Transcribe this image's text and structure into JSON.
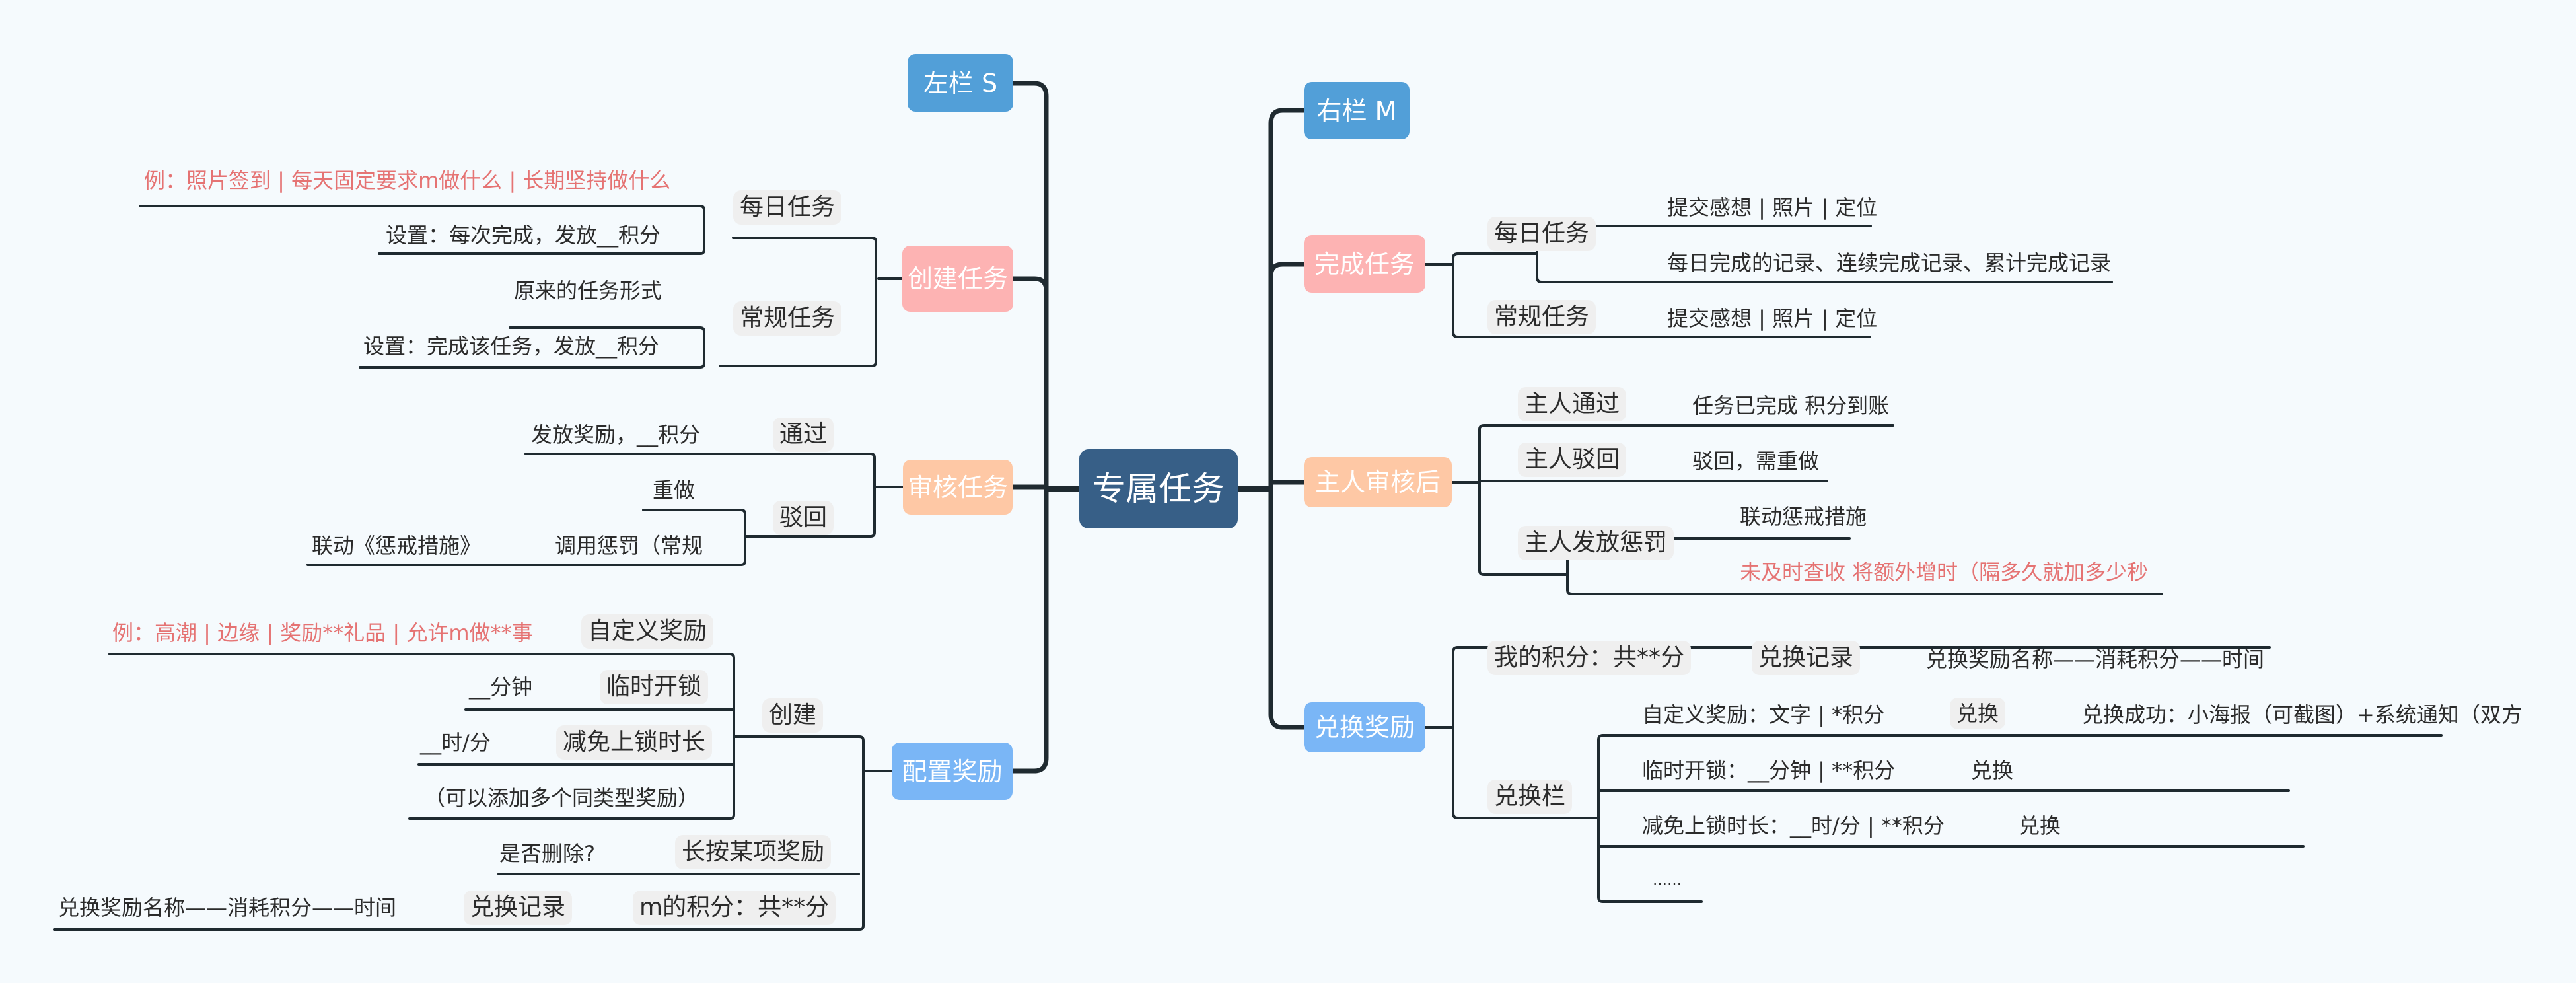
{
  "colors": {
    "root": "#375f87",
    "blue": "#529fd8",
    "pink": "#fdb3b3",
    "peach": "#fec8a5",
    "lightblue": "#7ab6f6",
    "highlight_text": "#e57373",
    "line": "#1f2a30",
    "background": "#f5fafd"
  },
  "root": {
    "label": "专属任务"
  },
  "left": {
    "header": "左栏 S",
    "create_task": {
      "label": "创建任务",
      "daily": {
        "label": "每日任务",
        "example": "例：照片签到 | 每天固定要求m做什么 | 长期坚持做什么",
        "setting": "设置：每次完成，发放__积分"
      },
      "regular": {
        "label": "常规任务",
        "note": "原来的任务形式",
        "setting": "设置：完成该任务，发放__积分"
      }
    },
    "review_task": {
      "label": "审核任务",
      "pass": {
        "label": "通过",
        "detail": "发放奖励，__积分"
      },
      "reject": {
        "label": "驳回",
        "redo": "重做",
        "punish": "调用惩罚（常规",
        "punish_link": "联动《惩戒措施》"
      }
    },
    "config_reward": {
      "label": "配置奖励",
      "create": {
        "label": "创建",
        "custom": {
          "label": "自定义奖励",
          "example": "例：高潮 | 边缘 | 奖励**礼品 | 允许m做**事"
        },
        "temp_unlock": {
          "label": "临时开锁",
          "value": "__分钟"
        },
        "reduce_lock": {
          "label": "减免上锁时长",
          "value": "__时/分"
        },
        "note": "（可以添加多个同类型奖励）"
      },
      "long_press": {
        "label": "长按某项奖励",
        "detail": "是否删除?"
      },
      "points": {
        "label": "m的积分：共**分",
        "record": "兑换记录",
        "record_format": "兑换奖励名称——消耗积分——时间"
      }
    }
  },
  "right": {
    "header": "右栏 M",
    "complete_task": {
      "label": "完成任务",
      "daily": {
        "label": "每日任务",
        "submit": "提交感想 | 照片 | 定位",
        "records": "每日完成的记录、连续完成记录、累计完成记录"
      },
      "regular": {
        "label": "常规任务",
        "submit": "提交感想 | 照片 | 定位"
      }
    },
    "after_review": {
      "label": "主人审核后",
      "pass": {
        "label": "主人通过",
        "detail": "任务已完成 积分到账"
      },
      "reject": {
        "label": "主人驳回",
        "detail": "驳回，需重做"
      },
      "punish": {
        "label": "主人发放惩罚",
        "link": "联动惩戒措施",
        "late": "未及时查收 将额外增时（隔多久就加多少秒"
      }
    },
    "redeem": {
      "label": "兑换奖励",
      "points": {
        "label": "我的积分：共**分",
        "record": "兑换记录",
        "record_format": "兑换奖励名称——消耗积分——时间"
      },
      "bar": {
        "label": "兑换栏",
        "items": [
          {
            "text": "自定义奖励：文字 | *积分",
            "button": "兑换",
            "result": "兑换成功：小海报（可截图）+系统通知（双方"
          },
          {
            "text": "临时开锁：__分钟 | **积分",
            "button": "兑换"
          },
          {
            "text": "减免上锁时长：__时/分 | **积分",
            "button": "兑换"
          },
          {
            "text": "……"
          }
        ]
      }
    }
  }
}
